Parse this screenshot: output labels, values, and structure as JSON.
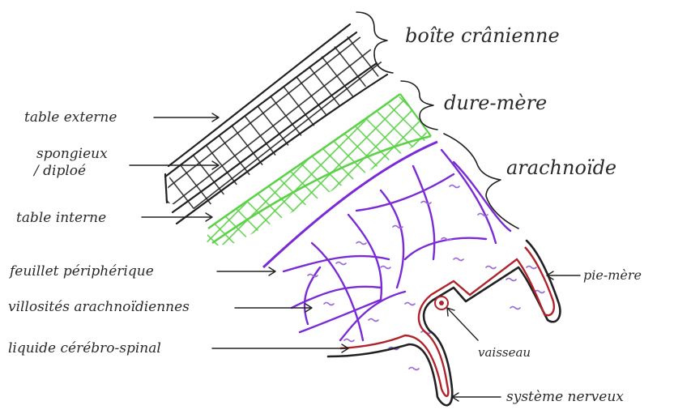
{
  "labels": {
    "boite_cranienne": "boîte crânienne",
    "dure_mere": "dure-mère",
    "arachnoide": "arachnoïde",
    "table_externe": "table externe",
    "spongieux_line1": "spongieux",
    "spongieux_line2": "/ diploé",
    "table_interne": "table interne",
    "feuillet_peripherique": "feuillet périphérique",
    "villosites": "villosités arachnoïdiennes",
    "liquide": "liquide cérébro-spinal",
    "pie_mere": "pie-mère",
    "vaisseau": "vaisseau",
    "systeme_nerveux": "système nerveux"
  },
  "colors": {
    "ink": "#222222",
    "green": "#5ed14a",
    "purple": "#7a2bd6",
    "red": "#b1232b",
    "csf_marks": "#9a6ad8"
  }
}
